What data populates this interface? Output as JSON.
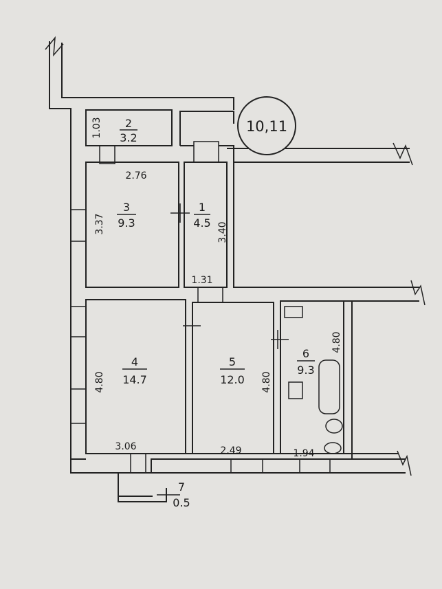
{
  "plan_number": "10,11",
  "rooms": [
    {
      "number": "1",
      "area": "4.5"
    },
    {
      "number": "2",
      "area": "3.2"
    },
    {
      "number": "3",
      "area": "9.3"
    },
    {
      "number": "4",
      "area": "14.7"
    },
    {
      "number": "5",
      "area": "12.0"
    },
    {
      "number": "6",
      "area": "9.3"
    },
    {
      "number": "7",
      "area": "0.5"
    }
  ],
  "dimensions": {
    "room2_height": "1.03",
    "room3_width": "2.76",
    "room3_height": "3.37",
    "room1_height": "3.40",
    "room1_width": "1.31",
    "room4_height": "4.80",
    "room4_width": "3.06",
    "room5_height": "4.80",
    "room5_width": "2.49",
    "room6_height": "4.80",
    "room6_width": "1.94"
  },
  "colors": {
    "background": "#e4e3e0",
    "line": "#222222"
  }
}
